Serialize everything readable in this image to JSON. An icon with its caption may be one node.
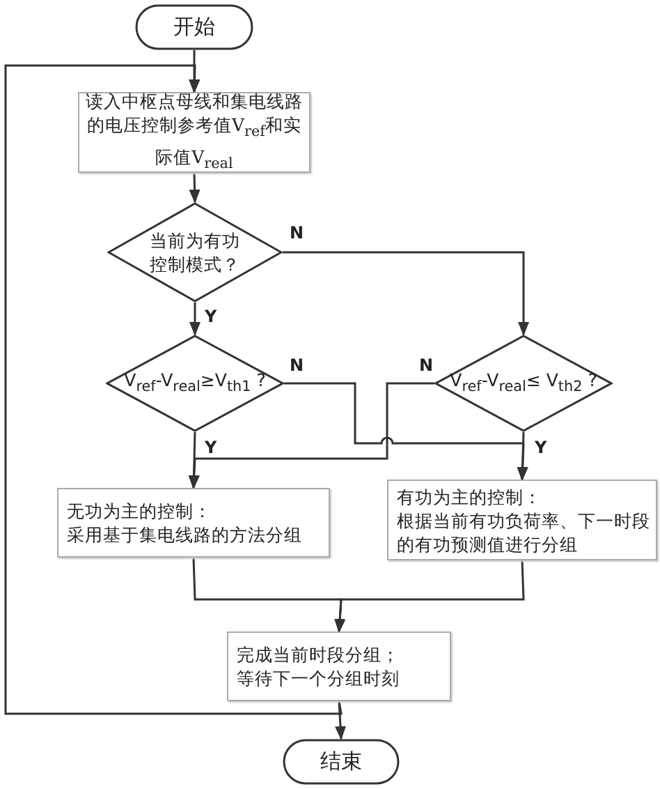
{
  "diagram": {
    "nodes": [
      {
        "text": [
          "开始"
        ]
      },
      {
        "text": [
          "读入中枢点母线和集电线路的电压控制参考值V$_{ref}$和实际值V$_{real}$"
        ]
      },
      {
        "text": [
          "当前为有功控制模式？"
        ]
      },
      {
        "text": [
          "V$_{ref}$-V$_{real}$≥V$_{th1}$ ?"
        ]
      },
      {
        "text": [
          "V$_{ref}$-V$_{real}$≤ V$_{th2}$ ?"
        ]
      },
      {
        "text": [
          "无功为主的控制：",
          "采用基于集电线路的方法分组"
        ]
      },
      {
        "text": [
          "有功为主的控制：",
          "根据当前有功负荷率、下一时段的有功预测值进行分组"
        ]
      },
      {
        "text": [
          "完成当前时段分组；等待下一个分组时刻"
        ]
      },
      {
        "text": [
          "结束"
        ]
      }
    ],
    "edges": [
      {
        "from": 0,
        "to": 1,
        "arrow": "to"
      },
      {
        "from": 1,
        "to": 2,
        "arrow": "to"
      },
      {
        "from": 2,
        "to": 3,
        "arrow": "to",
        "label": "Y"
      },
      {
        "from": 2,
        "to": 4,
        "arrow": "to",
        "label": "N"
      },
      {
        "from": 3,
        "to": 5,
        "arrow": "to",
        "label": "Y"
      },
      {
        "from": 3,
        "to": 6,
        "arrow": "to",
        "label": "N"
      },
      {
        "from": 4,
        "to": 5,
        "arrow": "to",
        "label": "N"
      },
      {
        "from": 4,
        "to": 6,
        "arrow": "to",
        "label": "Y"
      },
      {
        "from": 5,
        "to": 7,
        "arrow": "to"
      },
      {
        "from": 6,
        "to": 7,
        "arrow": "to"
      },
      {
        "from": 7,
        "to": 8,
        "arrow": "to"
      },
      {
        "from": 7,
        "to": 1,
        "arrow": "to"
      }
    ]
  }
}
